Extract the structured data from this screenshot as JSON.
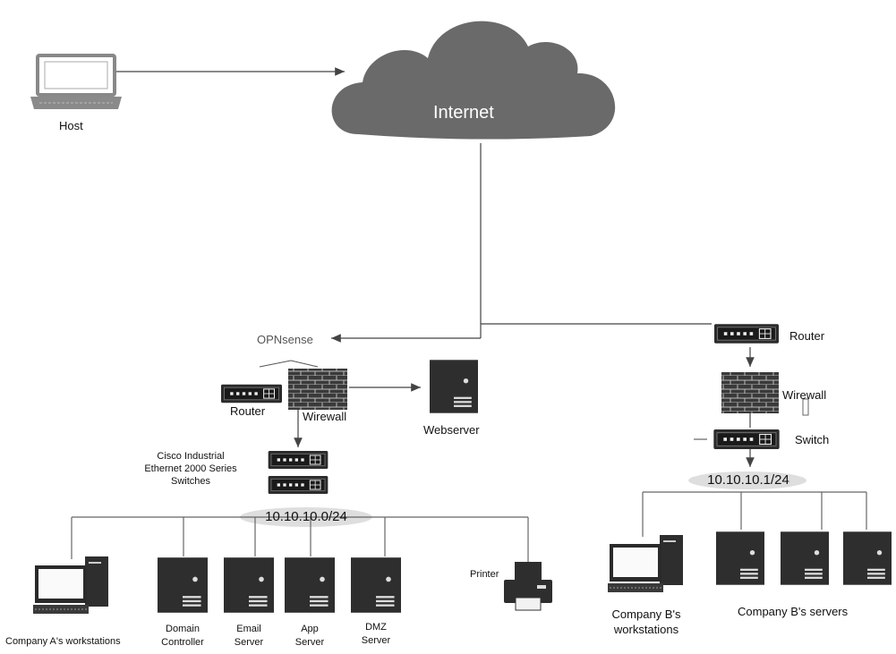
{
  "diagram": {
    "cloud_label": "Internet",
    "host_label": "Host",
    "opnsense_label": "OPNsense",
    "site_a": {
      "router_label": "Router",
      "firewall_label": "Wirewall",
      "webserver_label": "Webserver",
      "switch_label_lines": [
        "Cisco Industrial",
        "Ethernet 2000 Series",
        "Switches"
      ],
      "subnet": "10.10.10.0/24",
      "printer_label": "Printer",
      "workstations_label": "Company A's workstations",
      "servers": [
        {
          "name": "Domain",
          "name2": "Controller"
        },
        {
          "name": "Email",
          "name2": "Server"
        },
        {
          "name": "App",
          "name2": "Server"
        },
        {
          "name": "DMZ",
          "name2": "Server"
        }
      ]
    },
    "site_b": {
      "router_label": "Router",
      "firewall_label": "Wirewall",
      "switch_label": "Switch",
      "subnet": "10.10.10.1/24",
      "workstations_label_lines": [
        "Company B's",
        "workstations"
      ],
      "servers_label": "Company B's servers"
    }
  }
}
